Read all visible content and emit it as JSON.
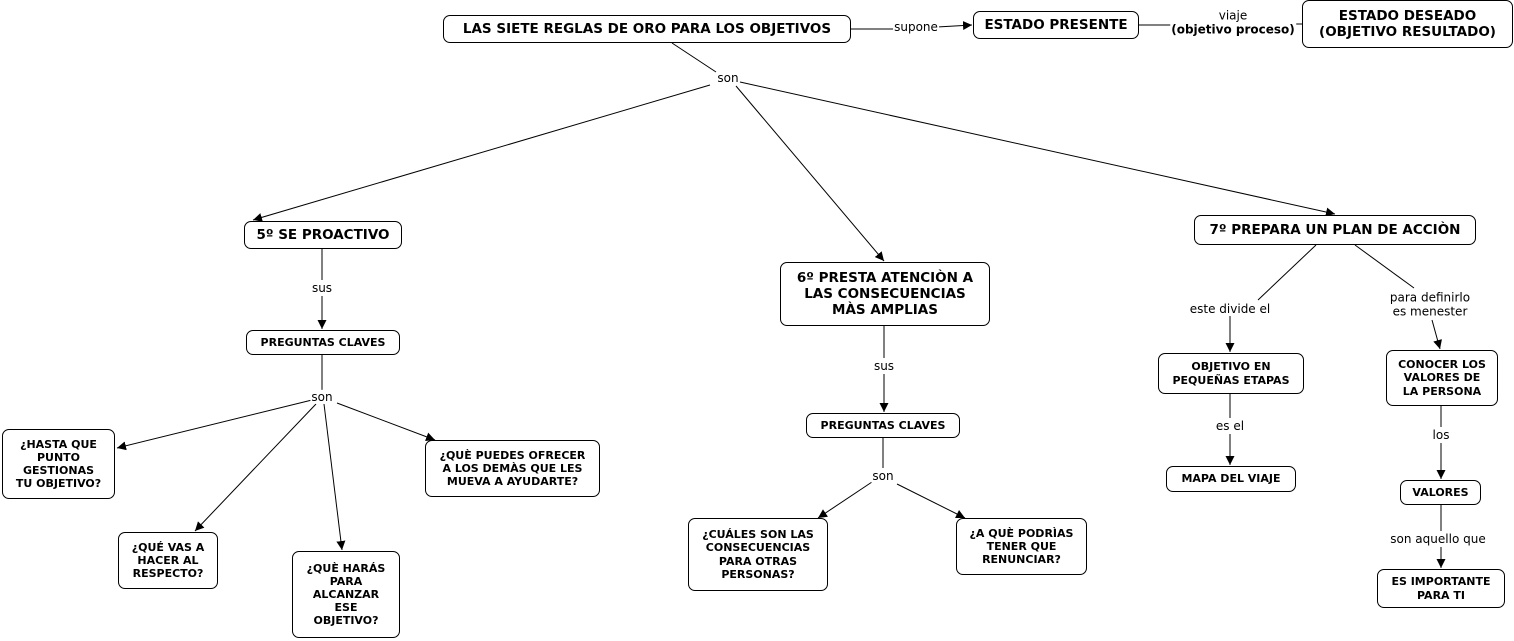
{
  "nodes": {
    "main": "LAS SIETE REGLAS DE ORO PARA LOS OBJETIVOS",
    "estado_presente": "ESTADO PRESENTE",
    "estado_deseado": "ESTADO DESEADO\n(OBJETIVO RESULTADO)",
    "r5": "5º SE PROACTIVO",
    "r6": "6º PRESTA ATENCIÒN A\nLAS CONSECUENCIAS\nMÀS AMPLIAS",
    "r7": "7º PREPARA UN PLAN DE ACCIÒN",
    "preg5": "PREGUNTAS CLAVES",
    "preg6": "PREGUNTAS CLAVES",
    "q_hasta": "¿HASTA QUE\nPUNTO\nGESTIONAS\nTU OBJETIVO?",
    "q_vas": "¿QUÉ VAS A\nHACER AL\nRESPECTO?",
    "q_haras": "¿QUÈ HARÁS\nPARA\nALCANZAR\nESE\nOBJETIVO?",
    "q_ofrecer": "¿QUÈ PUEDES OFRECER\nA LOS DEMÀS QUE LES\nMUEVA A AYUDARTE?",
    "q_cuales": "¿CUÁLES SON LAS\nCONSECUENCIAS\nPARA OTRAS\nPERSONAS?",
    "q_renunciar": "¿A QUÈ PODRÌAS\nTENER QUE\nRENUNCIAR?",
    "objetivo_etapas": "OBJETIVO EN\nPEQUEÑAS ETAPAS",
    "mapa": "MAPA DEL VIAJE",
    "conocer": "CONOCER LOS\nVALORES DE\nLA PERSONA",
    "valores": "VALORES",
    "importante": "ES IMPORTANTE\nPARA TI"
  },
  "labels": {
    "supone": "supone",
    "viaje": "viaje",
    "objetivo_proceso": "(objetivo proceso)",
    "son_main": "son",
    "sus5": "sus",
    "son5": "son",
    "sus6": "sus",
    "son6": "son",
    "divide": "este divide el",
    "definirlo": "para definirlo\nes menester",
    "es_el": "es el",
    "los": "los",
    "aquello": "son aquello que"
  }
}
